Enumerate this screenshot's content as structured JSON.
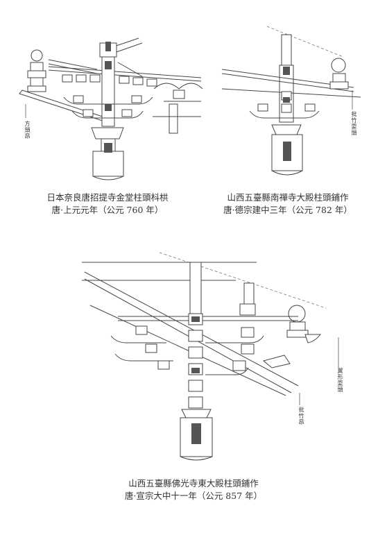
{
  "figures": [
    {
      "caption_line1": "日本奈良唐招提寺金堂柱頭枓栱",
      "caption_line2": "唐·上元元年（公元 760 年）",
      "labels": [
        "方頭昂"
      ]
    },
    {
      "caption_line1": "山西五臺縣南禪寺大殿柱頭鋪作",
      "caption_line2": "唐·德宗建中三年（公元 782 年）",
      "labels": [
        "批竹耍頭"
      ]
    },
    {
      "caption_line1": "山西五臺縣佛光寺東大殿柱頭鋪作",
      "caption_line2": "唐·宣宗大中十一年（公元 857 年）",
      "labels": [
        "翼形耍頭",
        "批竹昂"
      ]
    }
  ]
}
